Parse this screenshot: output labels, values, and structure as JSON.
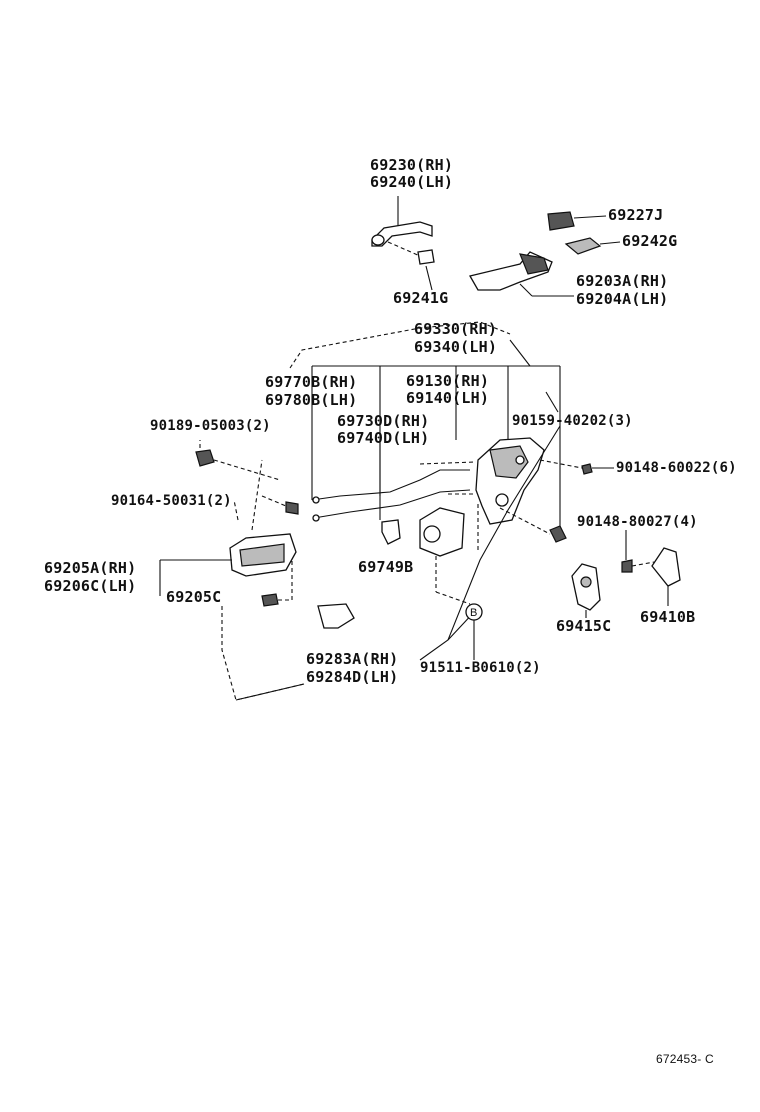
{
  "labels": {
    "l69230": "69230(RH)",
    "l69240": "69240(LH)",
    "l69227J": "69227J",
    "l69242G": "69242G",
    "l69203A": "69203A(RH)",
    "l69204A": "69204A(LH)",
    "l69241G": "69241G",
    "l69330": "69330(RH)",
    "l69340": "69340(LH)",
    "l69770B": "69770B(RH)",
    "l69780B": "69780B(LH)",
    "l69130": "69130(RH)",
    "l69140": "69140(LH)",
    "l90189": "90189-05003(2)",
    "l69730D": "69730D(RH)",
    "l69740D": "69740D(LH)",
    "l90159": "90159-40202(3)",
    "l90148a": "90148-60022(6)",
    "l90164": "90164-50031(2)",
    "l90148b": "90148-80027(4)",
    "l69205A": "69205A(RH)",
    "l69206C": "69206C(LH)",
    "l69749B": "69749B",
    "l69205C": "69205C",
    "l69415C": "69415C",
    "l69410B": "69410B",
    "l69283A": "69283A(RH)",
    "l69284D": "69284D(LH)",
    "l91511": "91511-B0610(2)",
    "callout_b": "B",
    "drawing_code": "672453- C"
  },
  "colors": {
    "ink": "#111111",
    "background": "#ffffff"
  }
}
